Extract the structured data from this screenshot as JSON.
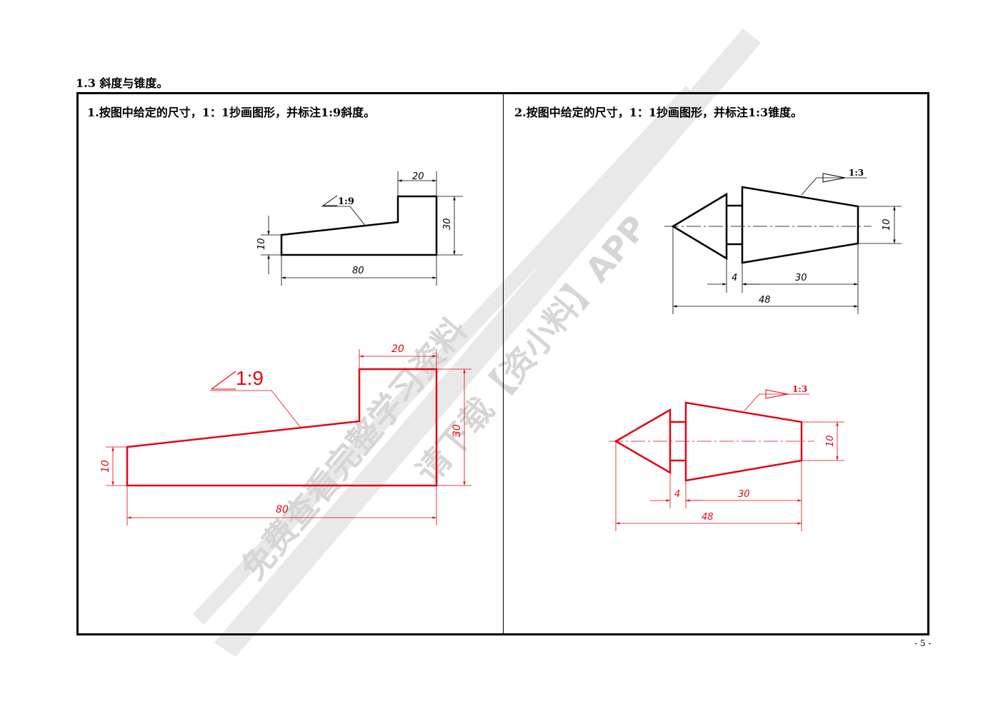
{
  "section_title": "1.3 斜度与锥度。",
  "task1": {
    "instruction": "1.按图中给定的尺寸，1：1抄画图形，并标注1:9斜度。",
    "slope_mark": "1:9",
    "dims": {
      "width_top": "20",
      "height_right": "30",
      "height_left": "10",
      "length": "80"
    }
  },
  "task2": {
    "instruction": "2.按图中给定的尺寸，1：1抄画图形，并标注1:3锥度。",
    "taper_mark": "1:3",
    "dims": {
      "diameter": "10",
      "neck": "4",
      "cone_length": "30",
      "total_length": "48"
    }
  },
  "watermark": {
    "line1": "免费查看完整学习资料",
    "line2": "请下载【资小料】APP"
  },
  "page_number": "- 5 -",
  "colors": {
    "black": "#000000",
    "answer_red": "#e30613",
    "watermark": "#cfcfcf"
  }
}
